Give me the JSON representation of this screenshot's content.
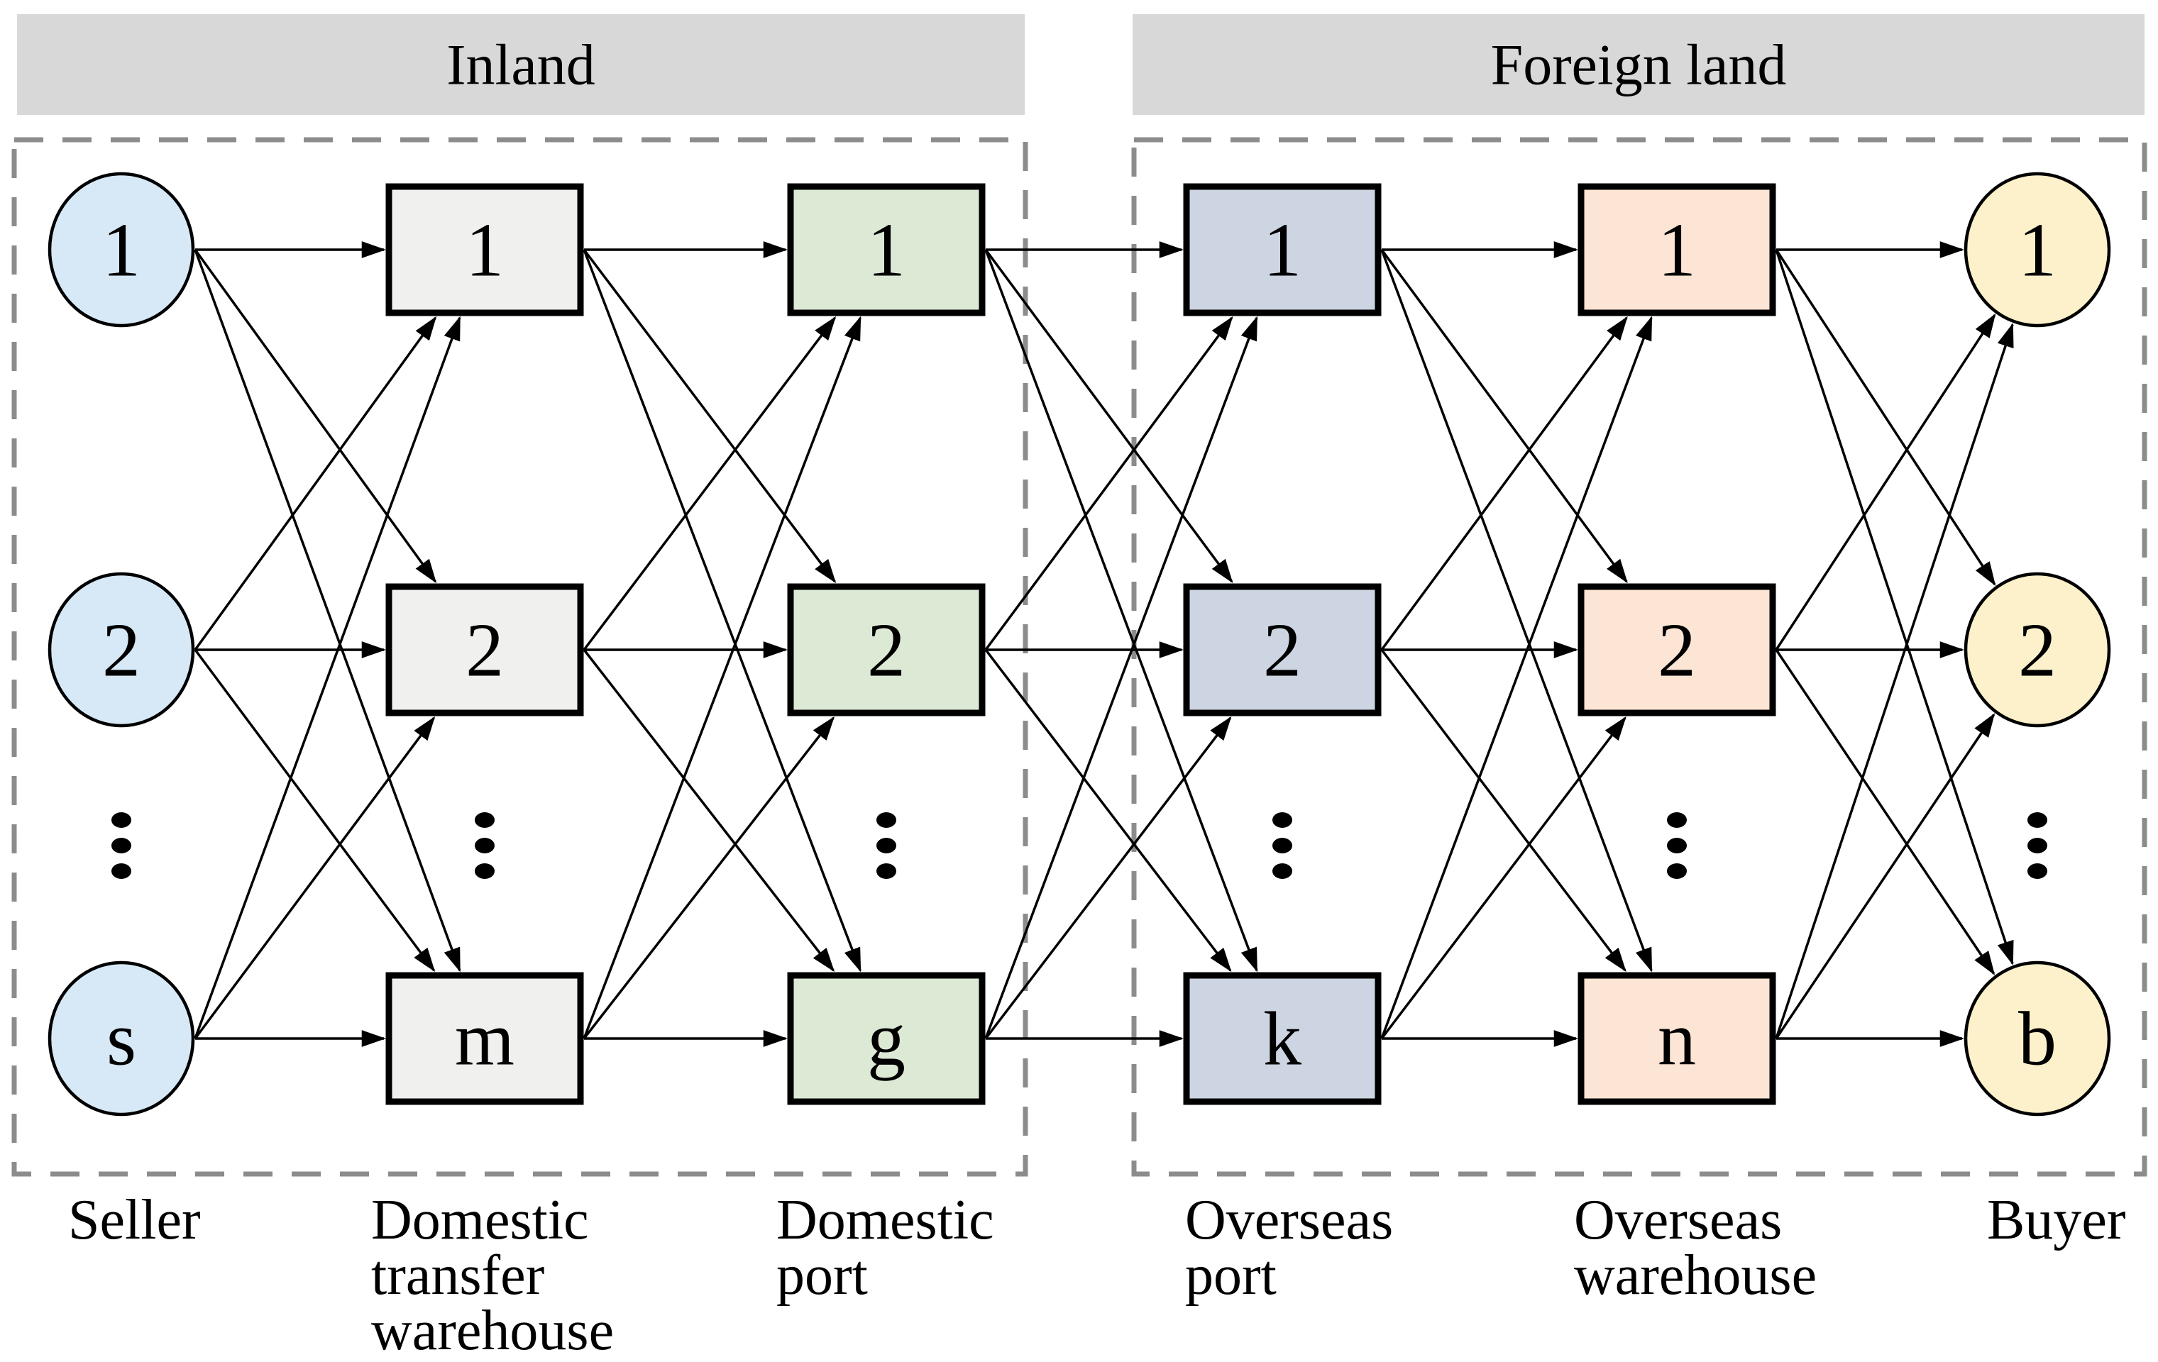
{
  "figure": {
    "title": "Cross-border logistics network diagram",
    "background": "#ffffff"
  },
  "regions": [
    {
      "id": "inland",
      "label": "Inland"
    },
    {
      "id": "foreign",
      "label": "Foreign land"
    }
  ],
  "columns": [
    {
      "id": "seller",
      "shape": "ellipse",
      "fill": "#d7e9f6",
      "nodes": [
        "1",
        "2",
        "s"
      ],
      "has_ellipsis": true,
      "caption_lines": [
        "Seller"
      ]
    },
    {
      "id": "domestic-transfer-warehouse",
      "shape": "rect",
      "fill": "#f0f0ee",
      "nodes": [
        "1",
        "2",
        "m"
      ],
      "has_ellipsis": true,
      "caption_lines": [
        "Domestic",
        "transfer",
        "warehouse"
      ]
    },
    {
      "id": "domestic-port",
      "shape": "rect",
      "fill": "#dcead5",
      "nodes": [
        "1",
        "2",
        "g"
      ],
      "has_ellipsis": true,
      "caption_lines": [
        "Domestic",
        "port"
      ]
    },
    {
      "id": "overseas-port",
      "shape": "rect",
      "fill": "#ccd5e1",
      "nodes": [
        "1",
        "2",
        "k"
      ],
      "has_ellipsis": true,
      "caption_lines": [
        "Overseas",
        "port"
      ]
    },
    {
      "id": "overseas-warehouse",
      "shape": "rect",
      "fill": "#fce5d4",
      "nodes": [
        "1",
        "2",
        "n"
      ],
      "has_ellipsis": true,
      "caption_lines": [
        "Overseas",
        "warehouse"
      ]
    },
    {
      "id": "buyer",
      "shape": "ellipse",
      "fill": "#fcf1ca",
      "nodes": [
        "1",
        "2",
        "b"
      ],
      "has_ellipsis": true,
      "caption_lines": [
        "Buyer"
      ]
    }
  ],
  "edges": [
    {
      "from": "seller",
      "to": "domestic-transfer-warehouse",
      "type": "all-to-all"
    },
    {
      "from": "domestic-transfer-warehouse",
      "to": "domestic-port",
      "type": "all-to-all"
    },
    {
      "from": "domestic-port",
      "to": "overseas-port",
      "type": "all-to-all"
    },
    {
      "from": "overseas-port",
      "to": "overseas-warehouse",
      "type": "all-to-all"
    },
    {
      "from": "overseas-warehouse",
      "to": "buyer",
      "type": "all-to-all"
    }
  ],
  "colors": {
    "header_bar": "#d8d8d8",
    "dashed_border": "#8c8c8c",
    "node_stroke": "#000000",
    "edge": "#000000",
    "text": "#000000"
  },
  "ellipsis_symbol": "⋮"
}
